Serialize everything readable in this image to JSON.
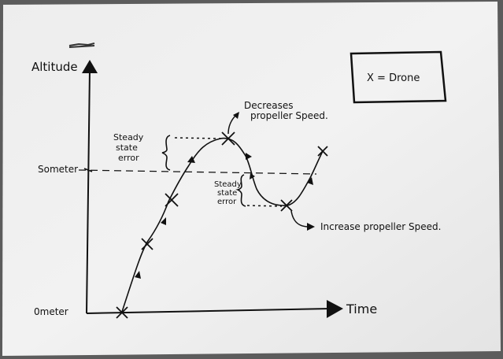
{
  "axes": {
    "y_label": "Altitude",
    "x_label": "Time",
    "origin_label": "0meter",
    "setpoint_label": "Someter"
  },
  "legend": {
    "marker": "X",
    "text": "X = Drone"
  },
  "annotations": {
    "decrease_line1": "Decreases",
    "decrease_line2": "propeller Speed.",
    "increase": "Increase propeller Speed.",
    "error1_line1": "Steady",
    "error1_line2": "state",
    "error1_line3": "error",
    "error2_line1": "Steady",
    "error2_line2": "state",
    "error2_line3": "error"
  }
}
